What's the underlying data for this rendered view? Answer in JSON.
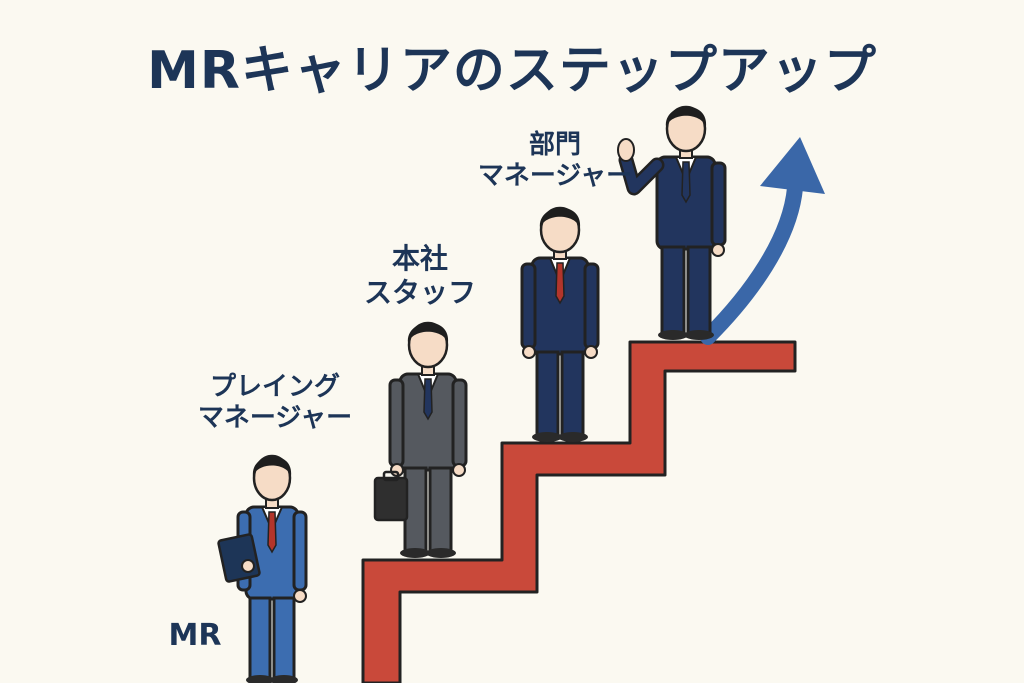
{
  "title": "MRキャリアのステップアップ",
  "stages": [
    {
      "label_line1": "MR",
      "label_line2": ""
    },
    {
      "label_line1": "プレイング",
      "label_line2": "マネージャー"
    },
    {
      "label_line1": "本社",
      "label_line2": "スタッフ"
    },
    {
      "label_line1": "部門",
      "label_line2": "マネージャー"
    }
  ],
  "colors": {
    "background": "#fbf9f1",
    "text": "#1d3557",
    "stairs": "#c9493a",
    "arrow": "#3a67a8",
    "suit_light_blue": "#3c6db0",
    "suit_gray": "#55595f",
    "suit_navy": "#22355e",
    "tie_red": "#b2352b"
  },
  "icons": [
    "clipboard-icon",
    "briefcase-icon",
    "growth-arrow-icon"
  ]
}
